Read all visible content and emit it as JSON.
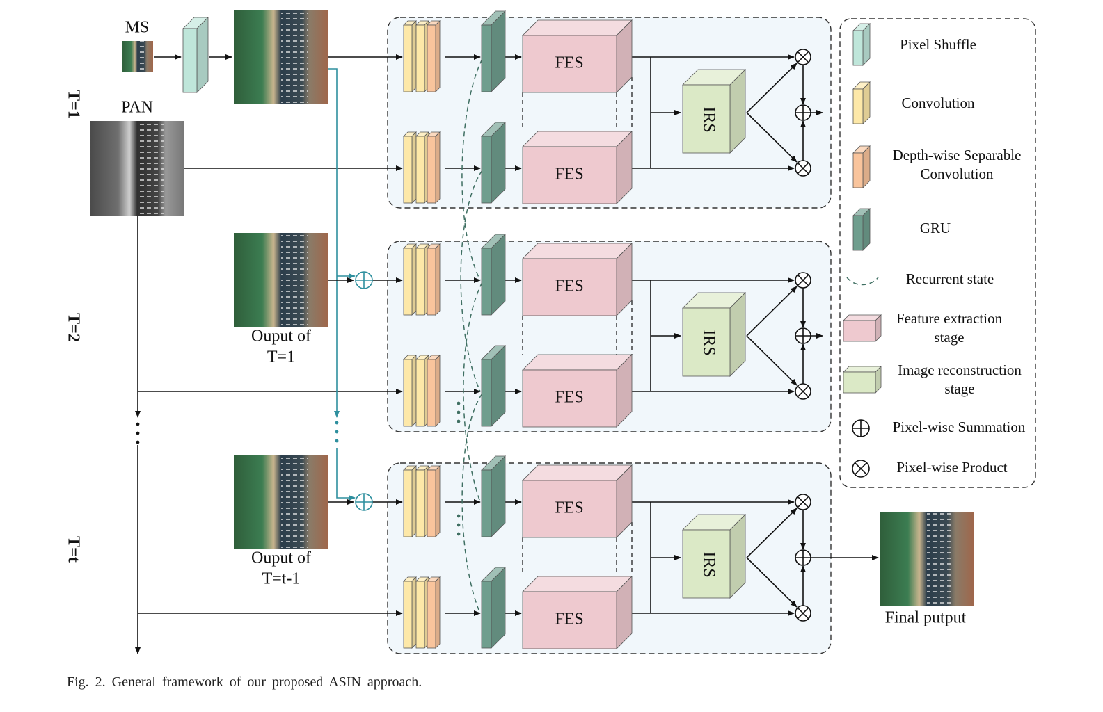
{
  "diagram": {
    "inputs": {
      "ms": "MS",
      "pan": "PAN"
    },
    "timesteps": [
      {
        "label": "T=1"
      },
      {
        "label": "T=2",
        "prev_output": [
          "Ouput of",
          "T=1"
        ]
      },
      {
        "label": "T=t",
        "prev_output": [
          "Ouput of",
          "T=t-1"
        ]
      }
    ],
    "blocks": {
      "fes": "FES",
      "irs": "IRS"
    },
    "final_output": "Final putput"
  },
  "legend": [
    {
      "icon": "pixel-shuffle-icon",
      "lines": [
        "Pixel Shuffle"
      ]
    },
    {
      "icon": "convolution-icon",
      "lines": [
        "Convolution"
      ]
    },
    {
      "icon": "depthwise-conv-icon",
      "lines": [
        "Depth-wise Separable",
        "Convolution"
      ]
    },
    {
      "icon": "gru-icon",
      "lines": [
        "GRU"
      ]
    },
    {
      "icon": "recurrent-state-icon",
      "lines": [
        "Recurrent state"
      ]
    },
    {
      "icon": "fes-icon",
      "lines": [
        "Feature extraction",
        "stage"
      ]
    },
    {
      "icon": "irs-icon",
      "lines": [
        "Image reconstruction",
        "stage"
      ]
    },
    {
      "icon": "sum-icon",
      "lines": [
        "Pixel-wise Summation"
      ]
    },
    {
      "icon": "product-icon",
      "lines": [
        "Pixel-wise Product"
      ]
    }
  ],
  "caption": "Fig. 2.   General framework of our proposed ASIN approach.",
  "colors": {
    "panel_bg": "#f1f7fb",
    "pixel_shuffle": "#bfe6da",
    "convolution": "#fde8a8",
    "depthwise": "#f9c49c",
    "gru": "#6f9e8e",
    "fes": "#eec9cf",
    "irs": "#dbe9c6",
    "teal_line": "#2e8f9e"
  }
}
